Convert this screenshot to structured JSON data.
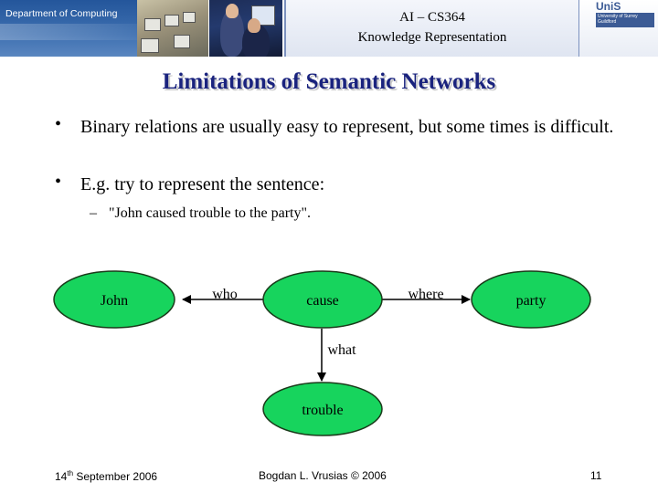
{
  "header": {
    "department": "Department of Computing",
    "course": "AI – CS364",
    "topic": "Knowledge Representation",
    "logo": {
      "unis": "UniS",
      "line1": "University of Surrey",
      "line2": "Guildford"
    }
  },
  "slide": {
    "title": "Limitations of Semantic Networks",
    "bullets": [
      "Binary relations are usually easy to represent, but some times is difficult.",
      "E.g. try to represent the sentence:"
    ],
    "sub_bullet": "\"John caused trouble to the party\"."
  },
  "diagram": {
    "nodes": {
      "john": "John",
      "cause": "cause",
      "party": "party",
      "trouble": "trouble"
    },
    "edges": {
      "who": "who",
      "where": "where",
      "what": "what"
    },
    "colors": {
      "node_fill": "#17d45d",
      "node_stroke": "#1a3a1a",
      "edge": "#000000"
    }
  },
  "footer": {
    "date_day": "14",
    "date_suffix": "th",
    "date_rest": " September 2006",
    "author": "Bogdan L. Vrusias © 2006",
    "page": "11"
  },
  "colors": {
    "title": "#1a237e",
    "header_blue": "#24569b"
  }
}
